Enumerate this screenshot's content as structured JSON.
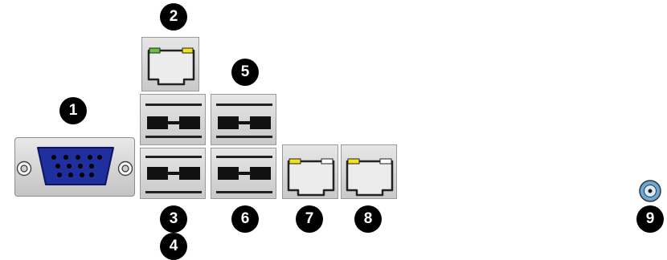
{
  "callouts": [
    {
      "id": "1",
      "label": "1"
    },
    {
      "id": "2",
      "label": "2"
    },
    {
      "id": "3",
      "label": "3"
    },
    {
      "id": "4",
      "label": "4"
    },
    {
      "id": "5",
      "label": "5"
    },
    {
      "id": "6",
      "label": "6"
    },
    {
      "id": "7",
      "label": "7"
    },
    {
      "id": "8",
      "label": "8"
    },
    {
      "id": "9",
      "label": "9"
    }
  ],
  "components": {
    "vga_port": {
      "icon": "vga-port-icon",
      "connector_color": "#1f2f9e"
    },
    "lan_ports": {
      "icon": "rj45-port-icon",
      "led_colors": [
        "#6fbf3a",
        "#f2e21b",
        "#ffffff"
      ]
    },
    "usb_ports": {
      "icon": "usb-port-icon"
    },
    "audio_jack": {
      "icon": "audio-jack-icon",
      "color": "#6aa7d6"
    }
  }
}
